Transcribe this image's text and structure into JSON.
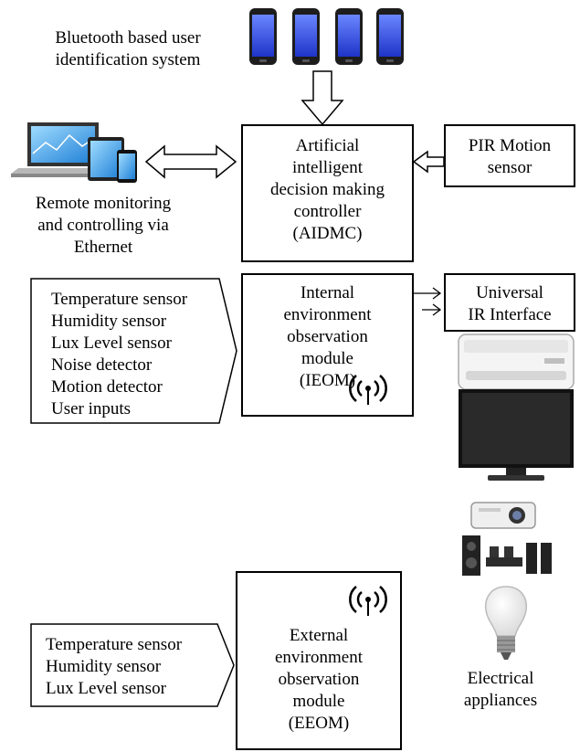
{
  "labels": {
    "bluetooth": [
      "Bluetooth based user",
      "identification system"
    ],
    "remote": [
      "Remote monitoring",
      "and controlling via",
      "Ethernet"
    ],
    "electrical": [
      "Electrical",
      "appliances"
    ]
  },
  "boxes": {
    "aidmc": [
      "Artificial",
      "intelligent",
      "decision making",
      "controller",
      "(AIDMC)"
    ],
    "pir": [
      "PIR Motion",
      "sensor"
    ],
    "ieom": [
      "Internal",
      "environment",
      "observation",
      "module",
      "(IEOM)"
    ],
    "ir": [
      "Universal",
      "IR Interface"
    ],
    "eeom": [
      "External",
      "environment",
      "observation",
      "module",
      "(EEOM)"
    ]
  },
  "sensor_lists": {
    "internal": [
      "Temperature sensor",
      "Humidity sensor",
      "Lux Level sensor",
      "Noise detector",
      "Motion detector",
      "User inputs"
    ],
    "external": [
      "Temperature sensor",
      "Humidity sensor",
      "Lux Level sensor"
    ]
  },
  "icons": {
    "phones": "smartphone-icon",
    "devices": "laptop-tablet-phone-icon",
    "wireless": "wireless-antenna-icon",
    "ac": "air-conditioner-icon",
    "tv": "television-icon",
    "projector": "projector-icon",
    "speakers": "home-theater-icon",
    "bulb": "light-bulb-icon"
  }
}
